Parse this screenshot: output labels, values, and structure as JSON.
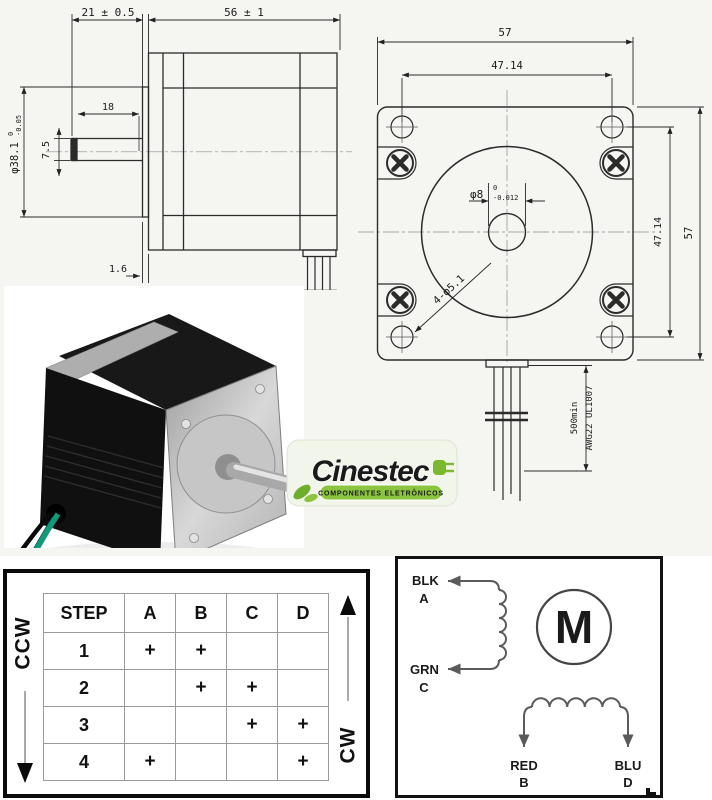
{
  "side_view": {
    "dim_shaft_total": "21 ± 0.5",
    "dim_body_length": "56 ± 1",
    "dim_flat_length": "18",
    "dim_shaft_dia": "7.5",
    "dim_pilot_dia": "φ38.1",
    "dim_pilot_tol_upper": "0",
    "dim_pilot_tol_lower": "-0.05",
    "dim_boss_thickness": "1.6"
  },
  "front_view": {
    "dim_width": "57",
    "dim_hole_spacing_top": "47.14",
    "dim_shaft_dia": "φ8",
    "dim_shaft_tol_upper": "0",
    "dim_shaft_tol_lower": "-0.012",
    "dim_mount_holes": "4-φ5.1",
    "dim_hole_spacing_right": "47.14",
    "dim_height": "57",
    "lead_length_note": "500min",
    "lead_spec_note": "AWG22 UL1007"
  },
  "logo": {
    "brand": "Cinestec",
    "tagline": "COMPONENTES ELETRÔNICOS",
    "accent_color": "#7cb82f"
  },
  "step_table": {
    "ccw_label": "CCW",
    "cw_label": "CW",
    "headers": [
      "STEP",
      "A",
      "B",
      "C",
      "D"
    ],
    "rows": [
      {
        "step": "1",
        "cells": [
          "+",
          "+",
          "",
          ""
        ]
      },
      {
        "step": "2",
        "cells": [
          "",
          "+",
          "+",
          ""
        ]
      },
      {
        "step": "3",
        "cells": [
          "",
          "",
          "+",
          "+"
        ]
      },
      {
        "step": "4",
        "cells": [
          "+",
          "",
          "",
          "+"
        ]
      }
    ]
  },
  "wiring": {
    "motor_label": "M",
    "terminals": [
      {
        "color": "BLK",
        "phase": "A"
      },
      {
        "color": "GRN",
        "phase": "C"
      },
      {
        "color": "RED",
        "phase": "B"
      },
      {
        "color": "BLU",
        "phase": "D"
      }
    ]
  }
}
